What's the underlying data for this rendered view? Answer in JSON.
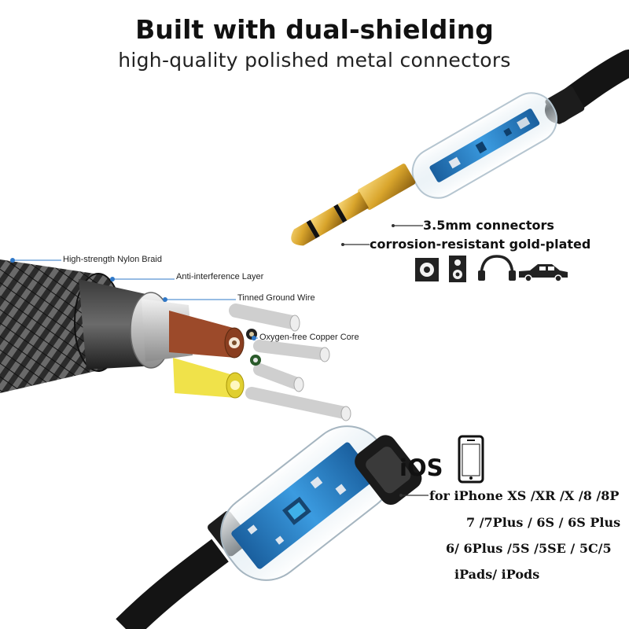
{
  "header": {
    "title": "Built with dual-shielding",
    "subtitle": "high-quality polished metal connectors"
  },
  "jack": {
    "label_connectors": "3.5mm connectors",
    "label_plating": "corrosion-resistant gold-plated",
    "device_icons": [
      "speaker-icon",
      "hifi-speaker-icon",
      "headphones-icon",
      "car-icon"
    ]
  },
  "cable_layers": [
    "High-strength Nylon Braid",
    "Anti-interference Layer",
    "Tinned Ground Wire",
    "Oxygen-free Copper Core"
  ],
  "ios": {
    "label": "iOS",
    "icon": "smartphone-icon",
    "lines": [
      "for iPhone XS /XR /X /8 /8P",
      "7 /7Plus / 6S / 6S Plus",
      "6/ 6Plus /5S /5SE / 5C/5",
      "iPads/ iPods"
    ]
  },
  "colors": {
    "gold": "#d9a52c",
    "pcb_blue": "#2a7fc4",
    "cable_black": "#141414",
    "label_blue": "#2f78c8",
    "wire_red": "#9c4a2a",
    "wire_yellow": "#f0e24a"
  }
}
